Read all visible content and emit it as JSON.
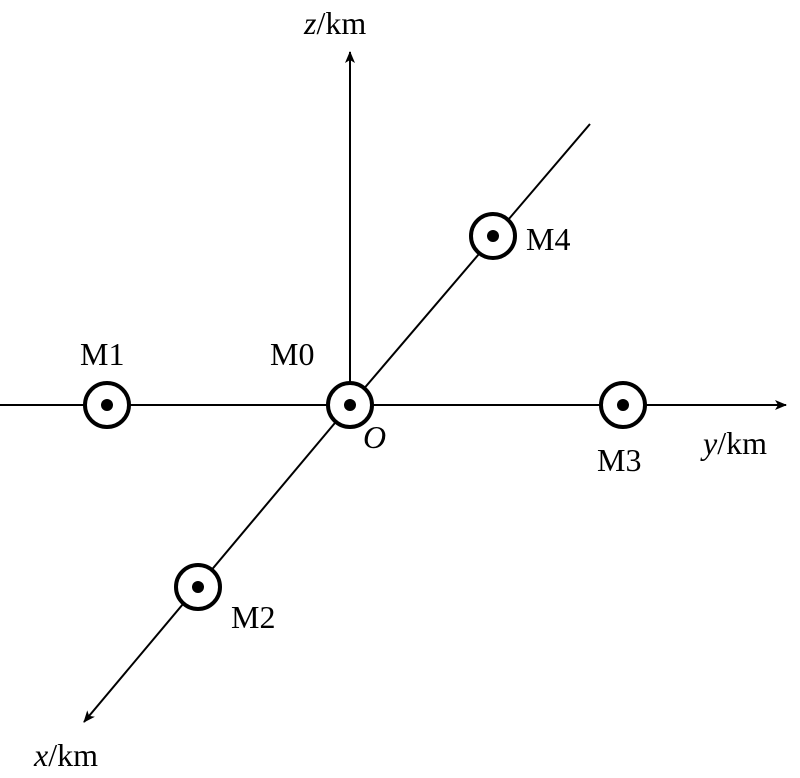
{
  "axes": {
    "z": {
      "var": "z",
      "unit": "/km"
    },
    "y": {
      "var": "y",
      "unit": "/km"
    },
    "x": {
      "var": "x",
      "unit": "/km"
    },
    "origin": "O"
  },
  "stations": [
    {
      "id": "m0",
      "label": "M0"
    },
    {
      "id": "m1",
      "label": "M1"
    },
    {
      "id": "m2",
      "label": "M2"
    },
    {
      "id": "m3",
      "label": "M3"
    },
    {
      "id": "m4",
      "label": "M4"
    }
  ],
  "colors": {
    "stroke": "#000000",
    "background": "#ffffff"
  }
}
